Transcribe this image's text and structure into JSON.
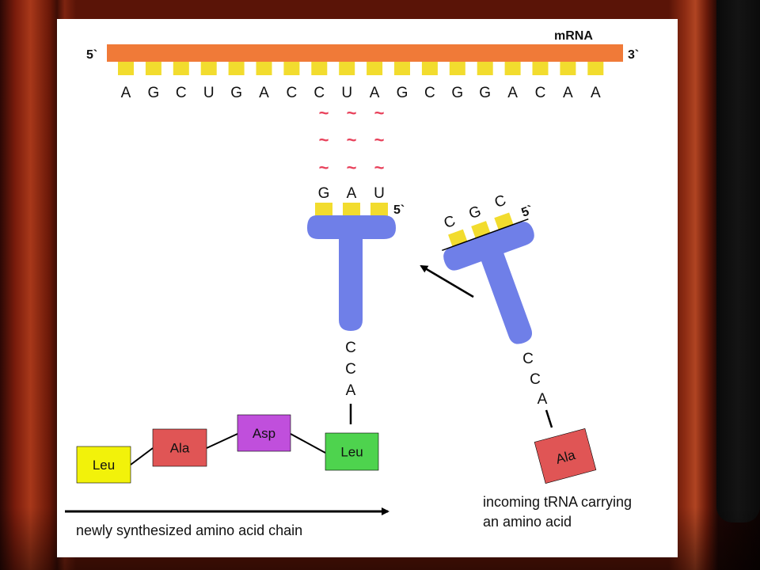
{
  "mrna": {
    "label": "mRNA",
    "five_prime": "5`",
    "three_prime": "3`",
    "bases": [
      "A",
      "G",
      "C",
      "U",
      "G",
      "A",
      "C",
      "C",
      "U",
      "A",
      "G",
      "C",
      "G",
      "G",
      "A",
      "C",
      "A",
      "A"
    ]
  },
  "pairing_symbol": "~",
  "trna_bound": {
    "anticodon": [
      "G",
      "A",
      "U"
    ],
    "five_prime": "5`",
    "acceptor": [
      "C",
      "C",
      "A"
    ]
  },
  "trna_incoming": {
    "anticodon": [
      "C",
      "G",
      "C"
    ],
    "five_prime": "5`",
    "acceptor": [
      "C",
      "C",
      "A"
    ],
    "amino_acid": "Ala"
  },
  "chain": [
    {
      "label": "Leu",
      "color": "#f2f20a"
    },
    {
      "label": "Ala",
      "color": "#e05555"
    },
    {
      "label": "Asp",
      "color": "#c04fdc"
    },
    {
      "label": "Leu",
      "color": "#4ed34e"
    }
  ],
  "colors": {
    "mrna_strand": "#f07a38",
    "base_tab": "#f2dc2e",
    "trna": "#6f7fe8",
    "pairing": "#e8405a",
    "incoming_amino_acid": "#e05555"
  },
  "captions": {
    "chain": "newly synthesized amino acid chain",
    "incoming_line1": "incoming tRNA carrying",
    "incoming_line2": "an amino acid"
  }
}
